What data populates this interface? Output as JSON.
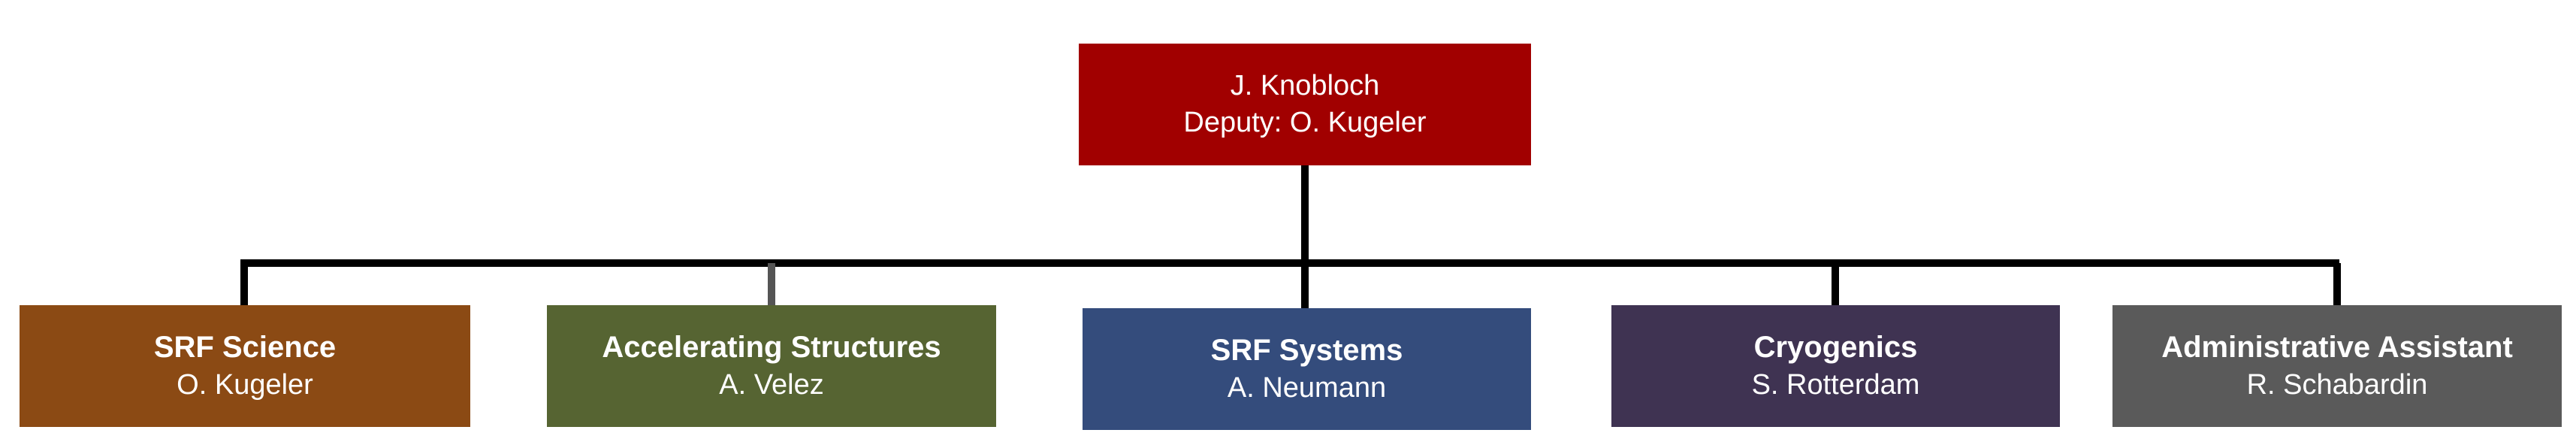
{
  "head": {
    "name": "J. Knobloch",
    "deputy": "Deputy: O. Kugeler",
    "color": "#A10000"
  },
  "departments": [
    {
      "title": "SRF Science",
      "person": "O. Kugeler",
      "color": "#8B4A14"
    },
    {
      "title": "Accelerating Structures",
      "person": "A. Velez",
      "color": "#566432"
    },
    {
      "title": "SRF Systems",
      "person": "A. Neumann",
      "color": "#344C7C"
    },
    {
      "title": "Cryogenics",
      "person": "S. Rotterdam",
      "color": "#3F3352"
    },
    {
      "title": "Administrative Assistant",
      "person": "R. Schabardin",
      "color": "#5A5A5A"
    }
  ],
  "connector_color": "#000000",
  "accent_connector_color": "#555555"
}
